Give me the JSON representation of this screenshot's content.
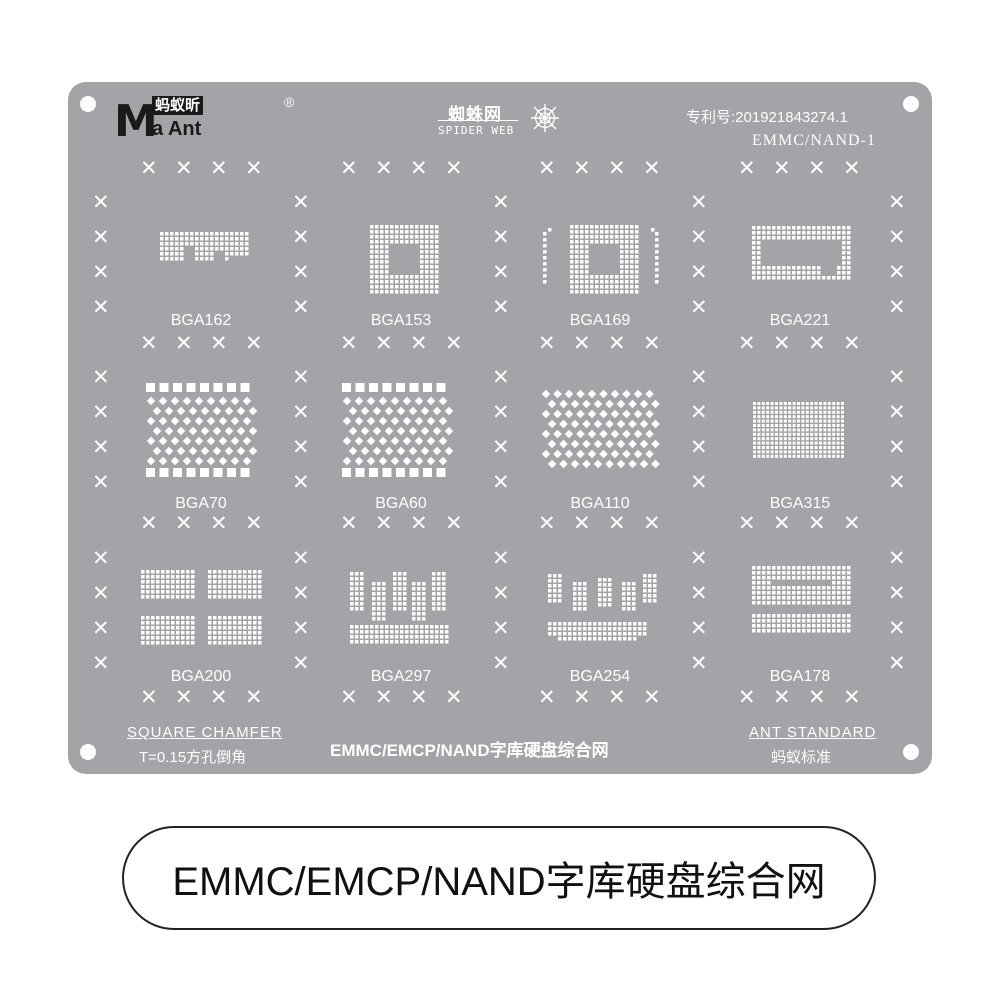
{
  "brand": {
    "logo_letter": "M",
    "logo_cn": "蚂蚁昕",
    "logo_en": "a Ant",
    "registered": "®"
  },
  "stencil_type": {
    "cn": "蜘蛛网",
    "en": "SPIDER WEB"
  },
  "patent": "专利号:201921843274.1",
  "model": "EMMC/NAND-1",
  "bga_labels": [
    "BGA162",
    "BGA153",
    "BGA169",
    "BGA221",
    "BGA70",
    "BGA60",
    "BGA110",
    "BGA315",
    "BGA200",
    "BGA297",
    "BGA254",
    "BGA178"
  ],
  "footer": {
    "left_title": "SQUARE CHAMFER",
    "left_sub": "T=0.15方孔倒角",
    "center": "EMMC/EMCP/NAND字库硬盘综合网",
    "right_title": "ANT STANDARD",
    "right_sub": "蚂蚁标准"
  },
  "caption": "EMMC/EMCP/NAND字库硬盘综合网",
  "colors": {
    "plate": "#a3a3a8",
    "pad": "#ffffff",
    "logo": "#1a1a1a"
  }
}
